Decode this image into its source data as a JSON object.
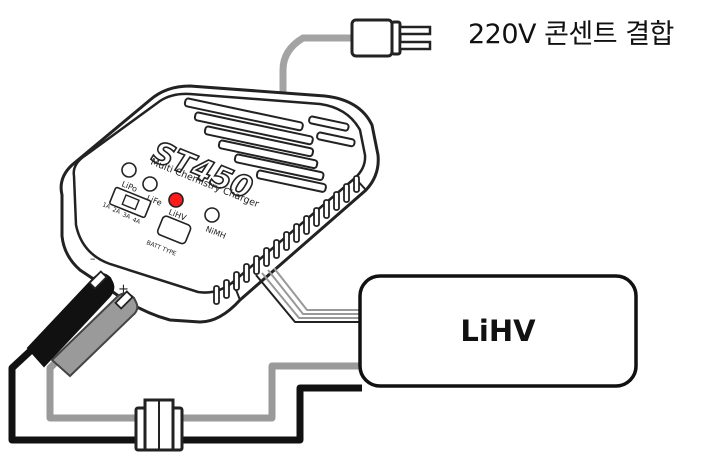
{
  "caption": {
    "text": "220V 콘센트 결합"
  },
  "battery": {
    "label": "LiHV"
  },
  "charger": {
    "brand": "ST450",
    "subtitle": "Multi Chemistry Charger",
    "battery_types": [
      "LiPo",
      "LiFe",
      "LiHV",
      "NiMH"
    ],
    "current_options": [
      "1A",
      "2A",
      "3A",
      "4A"
    ],
    "type_button_label": "BATT TYPE",
    "active_type": "LiHV",
    "polarity_minus": "–",
    "polarity_plus": "+"
  },
  "colors": {
    "active_led": "#ff1a1a",
    "black_lead": "#111111",
    "red_lead": "#9a9a9a",
    "power_cable": "#a3a3a3",
    "outline": "#222222"
  }
}
